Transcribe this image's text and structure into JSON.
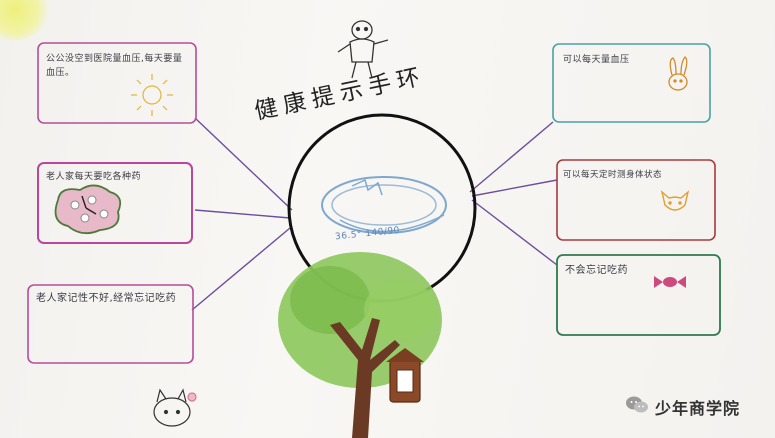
{
  "title": "健康提示手环",
  "watch_readout": "36.5° 140/90",
  "cards": {
    "left_top": "公公没空到医院量血压,每天要量血压。",
    "left_mid": "老人家每天要吃各种药",
    "left_bottom": "老人家记性不好,经常忘记吃药",
    "right_top": "可以每天量血压",
    "right_mid": "可以每天定时测身体状态",
    "right_bottom": "不会忘记吃药"
  },
  "watermark": {
    "text": "少年商学院",
    "icon": "wechat-icon"
  },
  "colors": {
    "purple_line": "#7a5aa8",
    "pink_border": "#c25aa6",
    "teal_border": "#4fa3a8",
    "green_border": "#2f7a4e",
    "red_border": "#b0393f"
  }
}
